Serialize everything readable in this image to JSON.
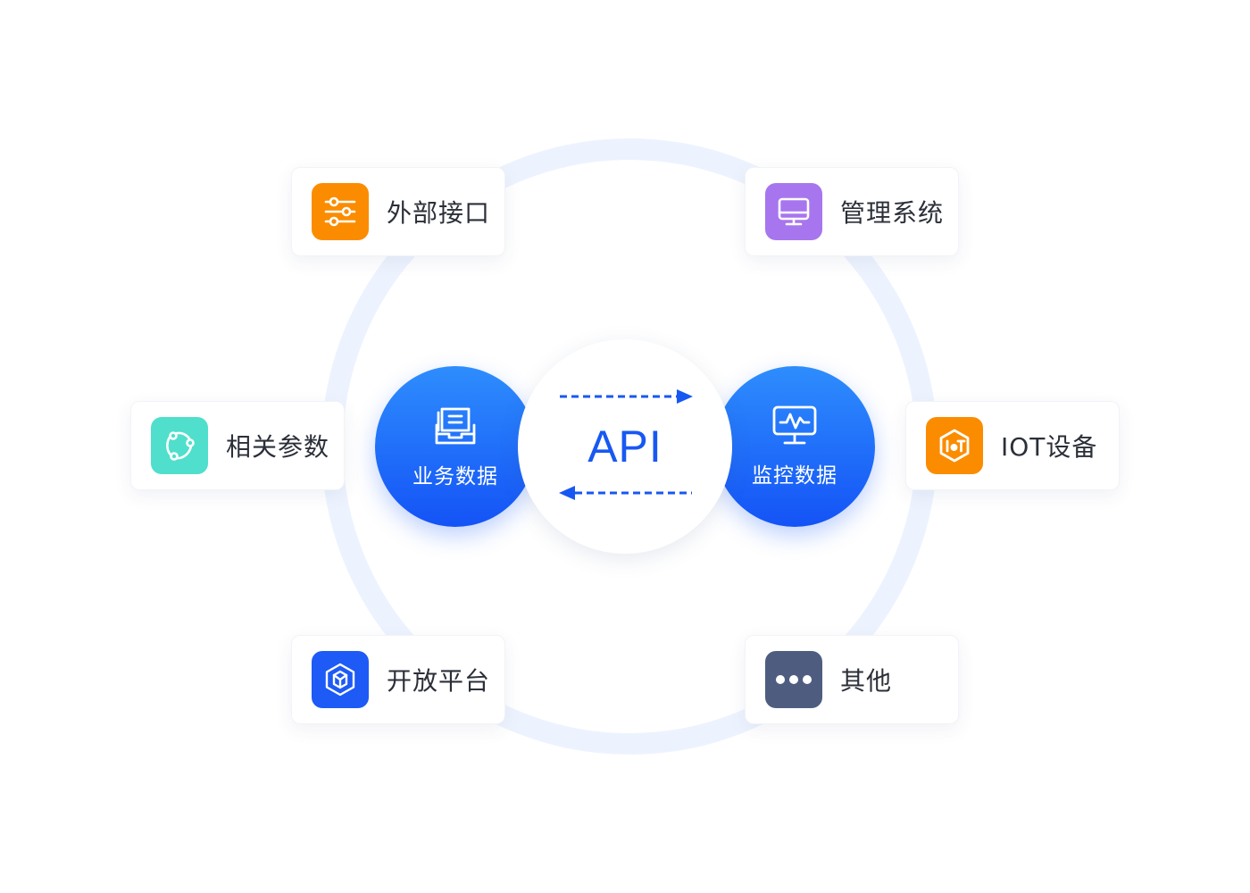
{
  "api_label": "API",
  "bubbles": {
    "left": {
      "label": "业务数据",
      "icon": "document-tray-icon"
    },
    "right": {
      "label": "监控数据",
      "icon": "monitor-pulse-icon"
    }
  },
  "cards": [
    {
      "label": "外部接口",
      "icon": "sliders-icon",
      "color": "#fb8c00"
    },
    {
      "label": "管理系统",
      "icon": "monitor-icon",
      "color": "#a776ee"
    },
    {
      "label": "相关参数",
      "icon": "node-graph-icon",
      "color": "#4fdfcc"
    },
    {
      "label": "IOT设备",
      "icon": "iot-icon",
      "color": "#fb8c00"
    },
    {
      "label": "开放平台",
      "icon": "cube-icon",
      "color": "#1d5af6"
    },
    {
      "label": "其他",
      "icon": "more-icon",
      "color": "#4e5d7f"
    }
  ],
  "colors": {
    "accent_blue": "#1858f2",
    "ring": "#edf3fe"
  }
}
